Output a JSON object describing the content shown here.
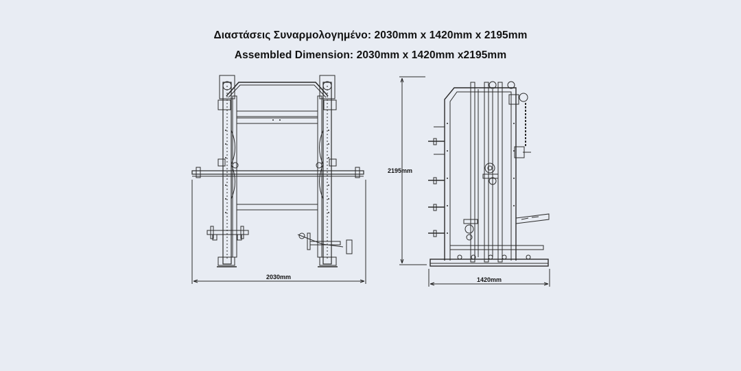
{
  "title_greek": "Διαστάσεις Συναρμολογημένο: 2030mm x 1420mm x 2195mm",
  "title_english": "Assembled Dimension: 2030mm x 1420mm x2195mm",
  "dimensions": {
    "front_width": "2030mm",
    "side_depth": "1420mm",
    "side_height": "2195mm"
  },
  "colors": {
    "background": "#e8ecf3",
    "line": "#2b2b2b"
  }
}
